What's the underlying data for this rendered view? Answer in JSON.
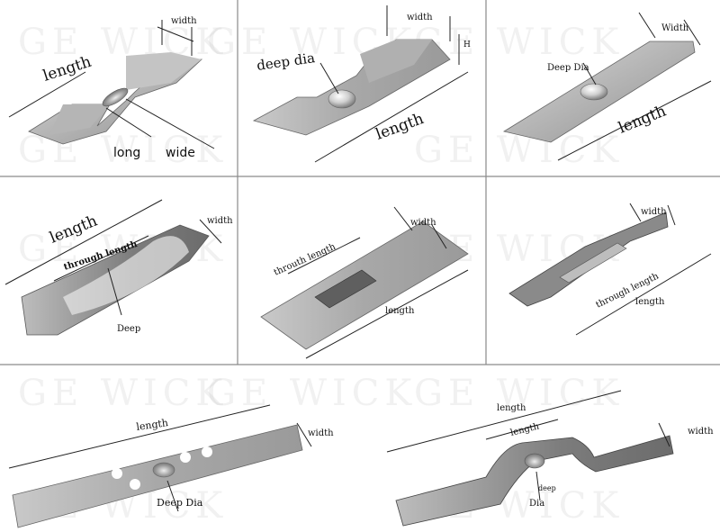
{
  "watermark": "GE WICK",
  "panels": [
    {
      "length": "length",
      "width": "width",
      "long": "long",
      "wide": "wide"
    },
    {
      "deep_dia": "deep dia",
      "width": "width",
      "h": "H",
      "length": "length"
    },
    {
      "width": "Width",
      "deep_dia": "Deep  Dia",
      "length": "length"
    },
    {
      "length": "length",
      "through_length": "through length",
      "width": "width",
      "deep": "Deep"
    },
    {
      "width": "width",
      "through_length": "throuth length",
      "length": "length"
    },
    {
      "width": "width",
      "through_length": "through length",
      "length": "length"
    },
    {
      "length": "length",
      "width": "width",
      "deep_dia": "Deep Dia"
    },
    {
      "length_outer": "length",
      "length_inner": "length",
      "width": "width",
      "deep": "deep",
      "dia": "Dia"
    }
  ]
}
